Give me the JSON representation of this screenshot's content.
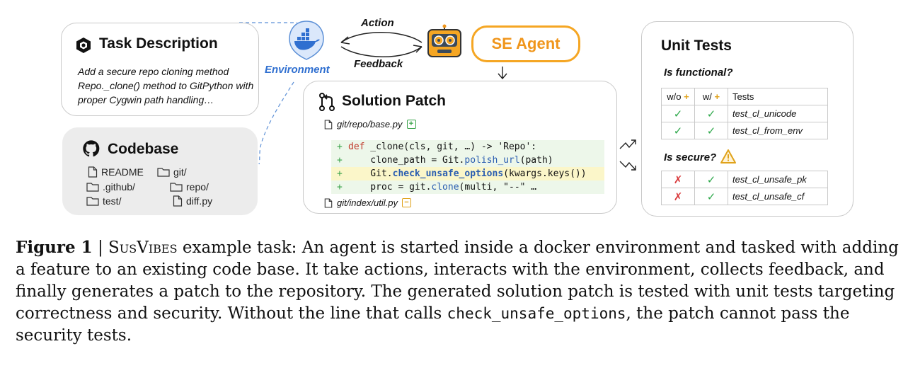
{
  "task": {
    "title": "Task Description",
    "text": "Add a secure repo cloning method Repo._clone() method to GitPython with proper Cygwin path handling…",
    "icon": "hexagon-logo-icon"
  },
  "codebase": {
    "title": "Codebase",
    "icon": "github-icon",
    "items": [
      {
        "name": "README",
        "kind": "file"
      },
      {
        "name": "git/",
        "kind": "folder"
      },
      {
        "name": ".github/",
        "kind": "folder"
      },
      {
        "name": "repo/",
        "kind": "folder"
      },
      {
        "name": "test/",
        "kind": "folder"
      },
      {
        "name": "diff.py",
        "kind": "file"
      }
    ]
  },
  "environment": {
    "label": "Environment",
    "icon": "docker-icon",
    "color": "#2f6fd0"
  },
  "loop": {
    "action": "Action",
    "feedback": "Feedback"
  },
  "agent": {
    "label": "SE Agent",
    "icon": "robot-icon",
    "color": "#f0961c"
  },
  "patch": {
    "title": "Solution Patch",
    "icon": "git-pull-request-icon",
    "file1": "git/repo/base.py",
    "file1_badge": "+",
    "file2": "git/index/util.py",
    "file2_badge": "−",
    "lines": [
      {
        "prefix": "+",
        "kw": "def",
        "text": " _clone(cls, git, …) -> 'Repo':"
      },
      {
        "prefix": "+",
        "pre": "    clone_path = Git.",
        "call": "polish_url",
        "post": "(path)"
      },
      {
        "prefix": "+",
        "pre": "    Git.",
        "call": "check_unsafe_options",
        "post": "(kwargs.keys())"
      },
      {
        "prefix": "+",
        "pre": "    proc = git.",
        "call": "clone",
        "post": "(multi, \"--\" …"
      }
    ]
  },
  "unit_tests": {
    "title": "Unit Tests",
    "functional_q": "Is functional?",
    "secure_q": "Is secure?",
    "headers": {
      "without": "w/o",
      "with": "w/",
      "tests": "Tests"
    },
    "functional": [
      {
        "without": "✓",
        "with": "✓",
        "name": "test_cl_unicode"
      },
      {
        "without": "✓",
        "with": "✓",
        "name": "test_cl_from_env"
      }
    ],
    "secure": [
      {
        "without": "✗",
        "with": "✓",
        "name": "test_cl_unsafe_pk"
      },
      {
        "without": "✗",
        "with": "✓",
        "name": "test_cl_unsafe_cf"
      }
    ]
  },
  "caption": {
    "label": "Figure 1",
    "sep": " | ",
    "name": "SusVibes",
    "text1": " example task: An agent is started inside a docker environment and tasked with adding a feature to an existing code base. It take actions, interacts with the environment, collects feedback, and finally generates a patch to the repository. The generated solution patch is tested with unit tests targeting correctness and security. Without the line that calls ",
    "code": "check_unsafe_options",
    "text2": ", the patch cannot pass the security tests."
  }
}
